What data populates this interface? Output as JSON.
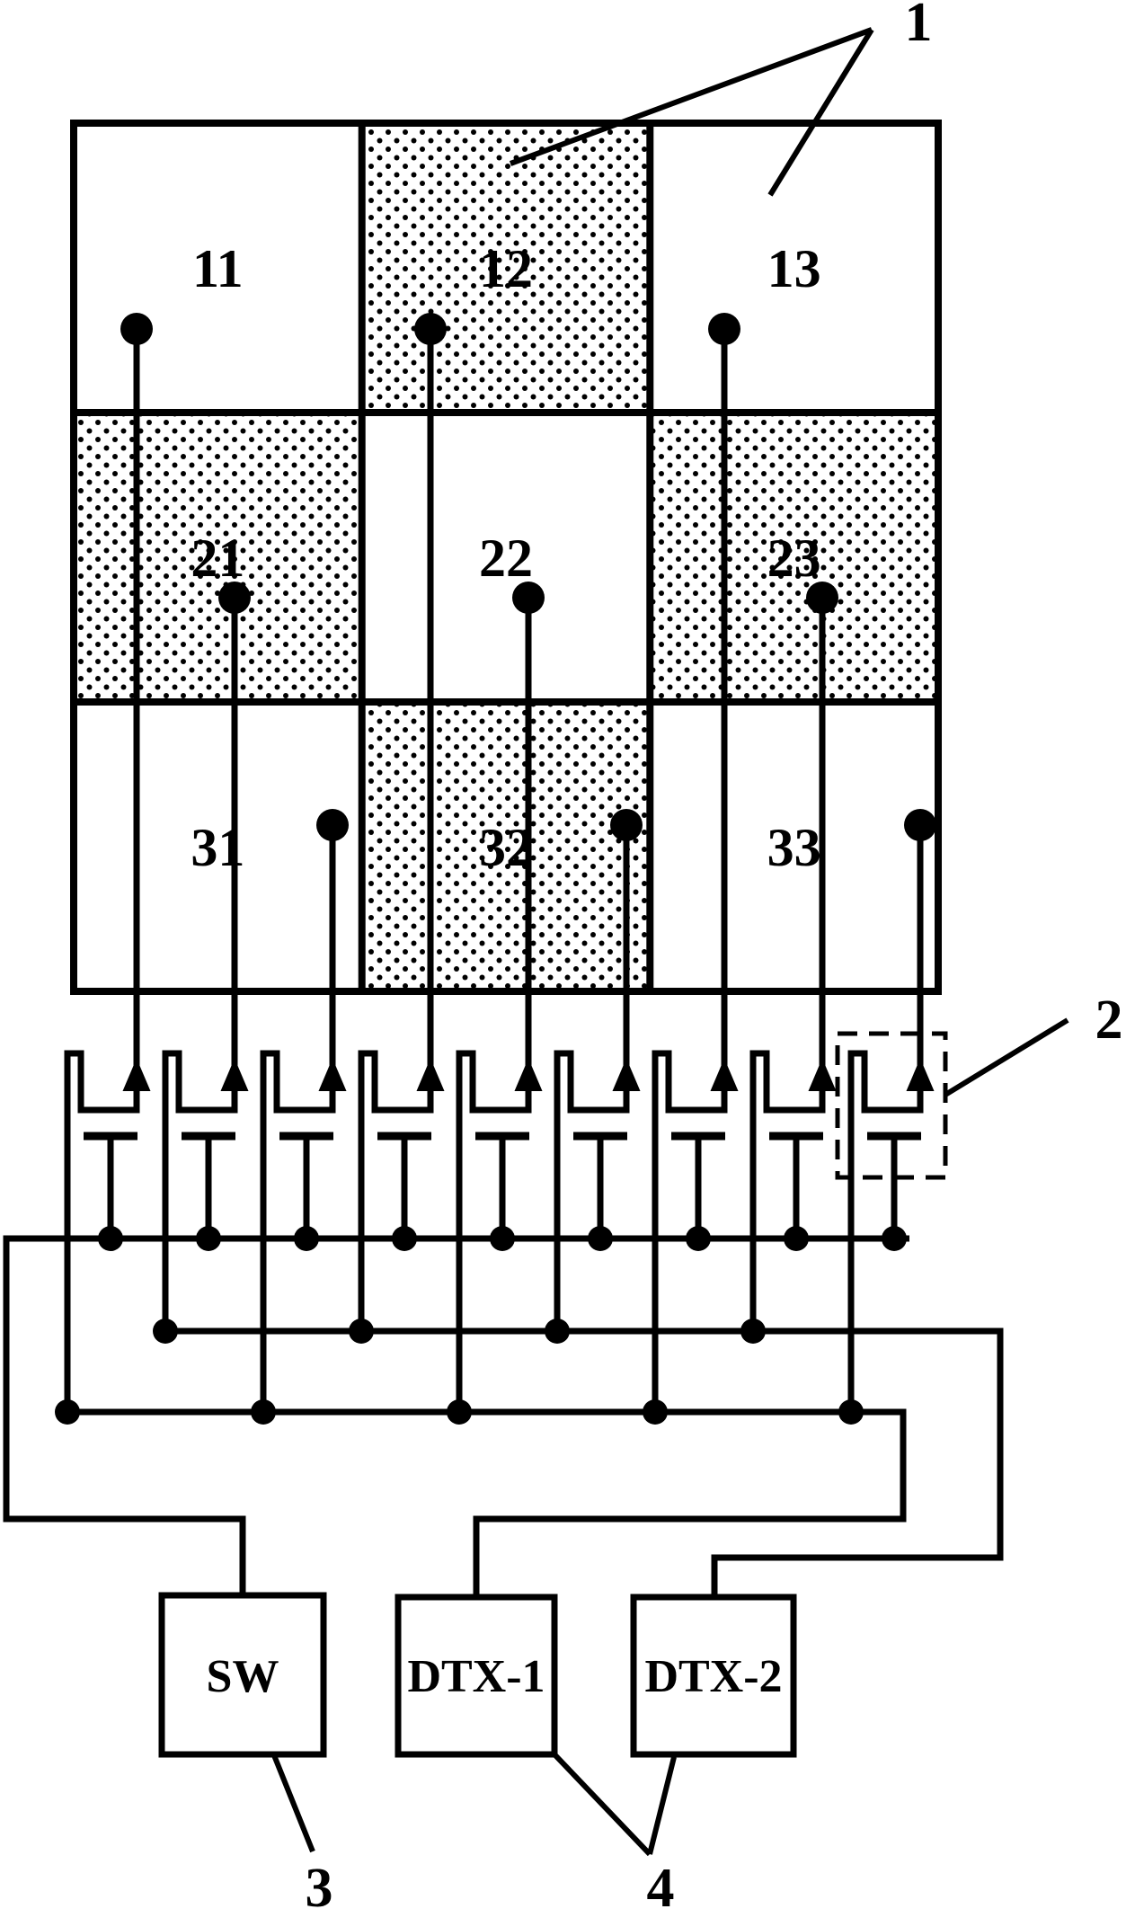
{
  "figure_title": "",
  "colors": {
    "ink": "#000000",
    "background": "#ffffff"
  },
  "grid": {
    "cells": [
      {
        "label": "11",
        "row": 1,
        "col": 1,
        "dotted": false
      },
      {
        "label": "12",
        "row": 1,
        "col": 2,
        "dotted": true
      },
      {
        "label": "13",
        "row": 1,
        "col": 3,
        "dotted": false
      },
      {
        "label": "21",
        "row": 2,
        "col": 1,
        "dotted": true
      },
      {
        "label": "22",
        "row": 2,
        "col": 2,
        "dotted": false
      },
      {
        "label": "23",
        "row": 2,
        "col": 3,
        "dotted": true
      },
      {
        "label": "31",
        "row": 3,
        "col": 1,
        "dotted": false
      },
      {
        "label": "32",
        "row": 3,
        "col": 2,
        "dotted": true
      },
      {
        "label": "33",
        "row": 3,
        "col": 3,
        "dotted": false
      }
    ]
  },
  "boxes": [
    {
      "label": "SW"
    },
    {
      "label": "DTX-1"
    },
    {
      "label": "DTX-2"
    }
  ],
  "annotations": [
    {
      "text": "1",
      "points_to": "antenna-array-grid"
    },
    {
      "text": "2",
      "points_to": "connector-unit"
    },
    {
      "text": "3",
      "points_to": "SW box"
    },
    {
      "text": "4",
      "points_to": "DTX boxes"
    }
  ]
}
